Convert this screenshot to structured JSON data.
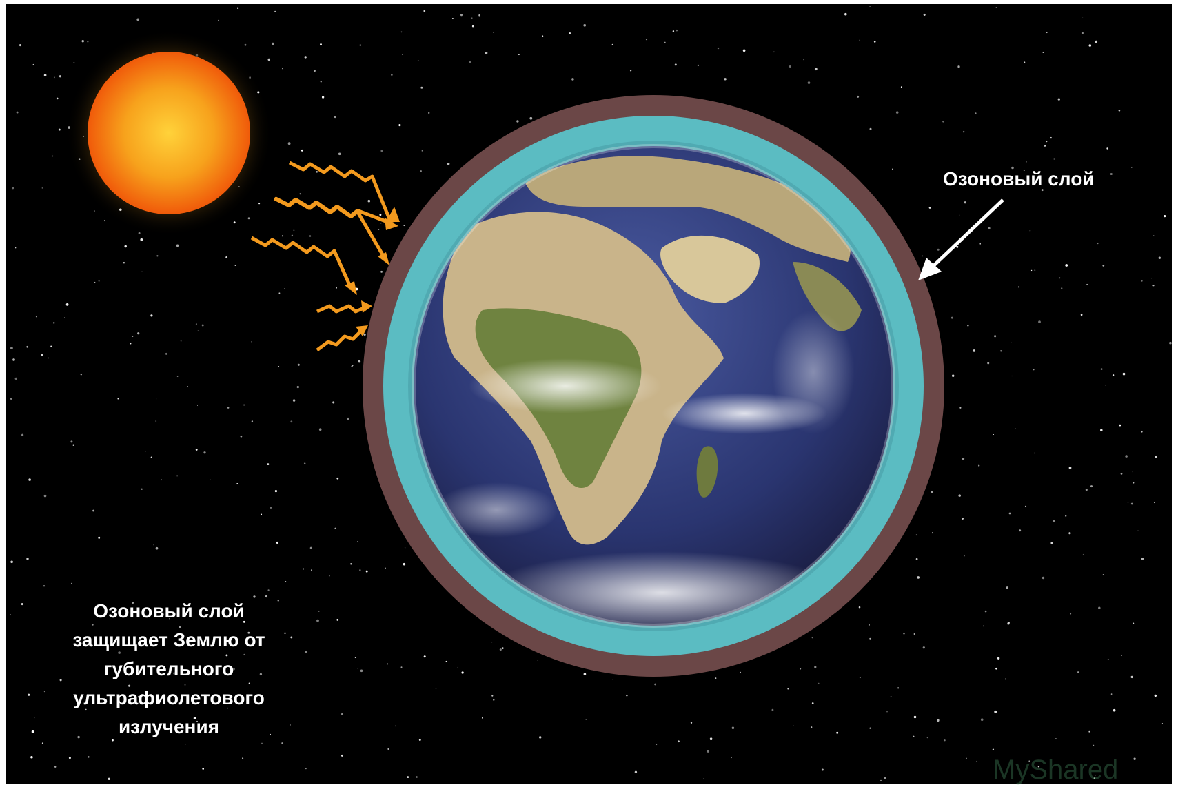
{
  "diagram": {
    "layer_label": "Озоновый слой",
    "caption_lines": [
      "Озоновый слой",
      "защищает Землю от",
      "губительного",
      "ультрафиолетового",
      "излучения"
    ],
    "watermark": "MyShared"
  },
  "colors": {
    "space": "#000000",
    "sun_core": "#f7a21c",
    "sun_edge": "#f05a0a",
    "ray": "#f39a1e",
    "ozone_outer": "#6b4747",
    "ozone_inner": "#5bbcc2",
    "earth_ocean": "#2e3d7a",
    "earth_land": "#c9b48a",
    "earth_vegetation": "#5f7a32",
    "arrow": "#ffffff"
  },
  "icons": {
    "sun": "sun-icon",
    "earth": "earth-globe-icon",
    "rays": "uv-ray-icon",
    "pointer": "arrow-pointer-icon"
  }
}
